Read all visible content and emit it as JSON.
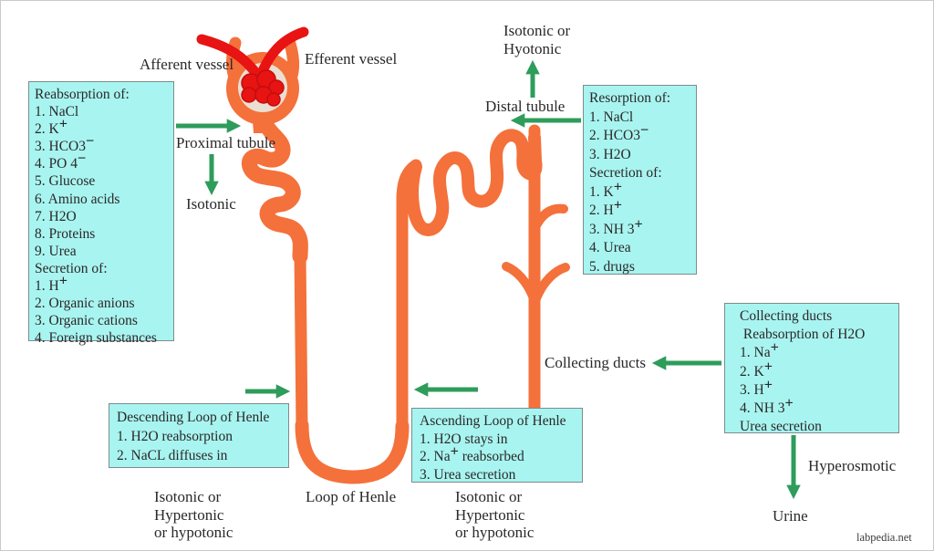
{
  "title": "Nephron segments: reabsorption and secretion diagram",
  "colors": {
    "tubule": "#F4713B",
    "vessel": "#E81313",
    "vessel_dark": "#C40E0E",
    "capsule_inner": "#EADFD3",
    "box_fill": "#A8F4F0",
    "box_border": "#7D8C8C",
    "arrow": "#2E9C5B",
    "text": "#2B2828"
  },
  "labels": {
    "afferent": "Afferent vessel",
    "efferent": "Efferent vessel",
    "isotonic_hyotonic": [
      "Isotonic or",
      "Hyotonic"
    ],
    "distal": "Distal tubule",
    "proximal": "Proximal tubule",
    "isotonic": "Isotonic",
    "collecting_ducts": "Collecting ducts",
    "hyperosmotic": "Hyperosmotic",
    "urine": "Urine",
    "loop_of_henle": "Loop of Henle",
    "tonicity_left": [
      "Isotonic or",
      "Hypertonic",
      "or hypotonic"
    ],
    "tonicity_right": [
      "Isotonic or",
      "Hypertonic",
      "or hypotonic"
    ],
    "watermark": "labpedia.net"
  },
  "boxes": {
    "proximal_box": {
      "lines": [
        "Reabsorption of:",
        "1. NaCl",
        "2. K^+",
        "3. HCO3^-",
        "4. PO 4^-",
        "5. Glucose",
        "6. Amino acids",
        "7. H2O",
        "8. Proteins",
        "9. Urea",
        "Secretion of:",
        "1. H^+",
        "2. Organic anions",
        "3. Organic cations",
        "4. Foreign substances"
      ]
    },
    "distal_box": {
      "lines": [
        "Resorption of:",
        "1. NaCl",
        "2. HCO3^-",
        "3. H2O",
        "Secretion of:",
        "1. K^+",
        "2. H^+",
        "3. NH 3^+",
        "4. Urea",
        "5. drugs"
      ]
    },
    "collecting_box": {
      "lines": [
        "Collecting ducts",
        " Reabsorption of H2O",
        "1. Na^+",
        "2. K^+",
        "3. H^+",
        "4. NH 3^+",
        "Urea secretion"
      ]
    },
    "descending_box": {
      "lines": [
        "Descending Loop of Henle",
        "1. H2O reabsorption",
        "2. NaCL diffuses in"
      ]
    },
    "ascending_box": {
      "lines": [
        "Ascending Loop of Henle",
        "1. H2O stays in",
        "2. Na^+ reabsorbed",
        "3. Urea secretion"
      ]
    }
  }
}
